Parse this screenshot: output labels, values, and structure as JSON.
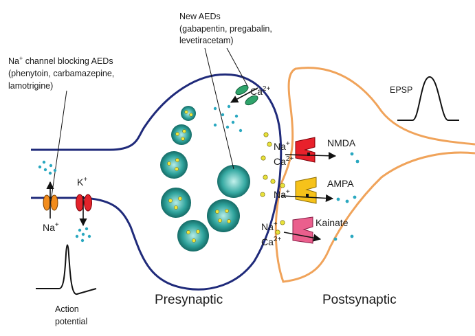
{
  "labels": {
    "new_aeds_line1": "New AEDs",
    "new_aeds_line2": "(gabapentin, pregabalin,",
    "new_aeds_line3": "levetiracetam)",
    "na_block_base": "Na",
    "na_block_sup": "+",
    "na_block_rest": " channel blocking AEDs",
    "na_block_line2": "(phenytoin, carbamazepine,",
    "na_block_line3": "lamotrigine)",
    "ca_top_base": "Ca",
    "ca_top_sup": "2+",
    "k_base": "K",
    "k_sup": "+",
    "na_bottom_base": "Na",
    "na_bottom_sup": "+",
    "epsp": "EPSP",
    "nmda": "NMDA",
    "ampa": "AMPA",
    "kainate": "Kainate",
    "nmda_na_base": "Na",
    "nmda_na_sup": "+",
    "nmda_ca_base": "Ca",
    "nmda_ca_sup": "2+",
    "ampa_na_base": "Na",
    "ampa_na_sup": "+",
    "kain_na_base": "Na",
    "kain_na_sup": "+",
    "kain_ca_base": "Ca",
    "kain_ca_sup": "2+",
    "action_line1": "Action",
    "action_line2": "potential",
    "presynaptic": "Presynaptic",
    "postsynaptic": "Postsynaptic"
  },
  "colors": {
    "presynaptic_membrane": "#1f2a7a",
    "postsynaptic_membrane": "#f0a35a",
    "na_channel": "#f28c1c",
    "k_channel": "#e3232b",
    "ca_channel": "#2fa36b",
    "nmda_receptor": "#e8212b",
    "ampa_receptor": "#f6c21a",
    "kainate_receptor": "#ea5f8d",
    "vesicle": "#2a9c95",
    "neurotransmitter_dot": "#e8e23a",
    "ion_dot": "#2aa8c0"
  }
}
